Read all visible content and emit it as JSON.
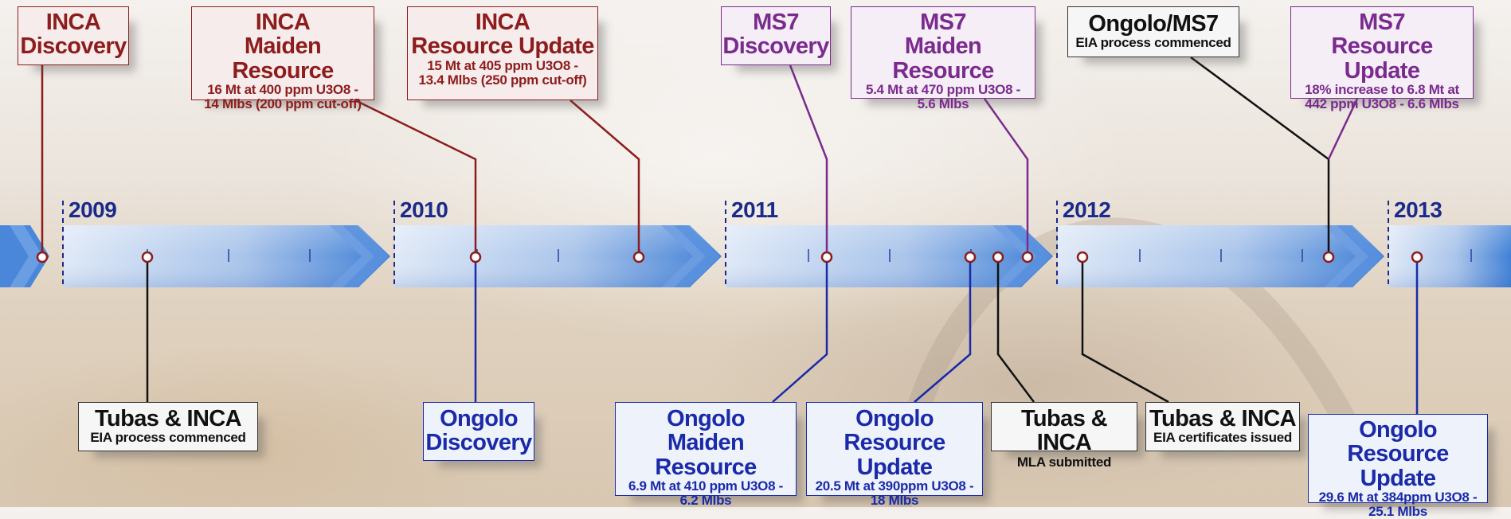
{
  "years": [
    "2009",
    "2010",
    "2011",
    "2012",
    "2013"
  ],
  "events_top": [
    {
      "title_lines": [
        "INCA",
        "Discovery"
      ],
      "detail_lines": [],
      "color": "#8d1d1d"
    },
    {
      "title_lines": [
        "INCA",
        "Maiden Resource"
      ],
      "detail_lines": [
        "16 Mt at 400 ppm U3O8 -",
        "14 Mlbs (200 ppm cut-off)"
      ],
      "color": "#8d1d1d"
    },
    {
      "title_lines": [
        "INCA",
        "Resource Update"
      ],
      "detail_lines": [
        "15 Mt at 405 ppm U3O8 -",
        "13.4 Mlbs (250 ppm cut-off)"
      ],
      "color": "#8d1d1d"
    },
    {
      "title_lines": [
        "MS7",
        "Discovery"
      ],
      "detail_lines": [],
      "color": "#7b2a8d"
    },
    {
      "title_lines": [
        "MS7",
        "Maiden Resource"
      ],
      "detail_lines": [
        "5.4 Mt at 470 ppm U3O8 -",
        "5.6 Mlbs"
      ],
      "color": "#7b2a8d"
    },
    {
      "title_lines": [
        "Ongolo/MS7"
      ],
      "detail_lines": [
        "EIA process commenced"
      ],
      "color": "#111111"
    },
    {
      "title_lines": [
        "MS7",
        "Resource Update"
      ],
      "detail_lines": [
        "18% increase to 6.8 Mt at",
        "442 ppm U3O8 - 6.6 Mlbs"
      ],
      "color": "#7b2a8d"
    }
  ],
  "events_bottom": [
    {
      "title_lines": [
        "Tubas & INCA"
      ],
      "detail_lines": [
        "EIA process commenced"
      ],
      "color": "#111111"
    },
    {
      "title_lines": [
        "Ongolo",
        "Discovery"
      ],
      "detail_lines": [],
      "color": "#1a2aa8"
    },
    {
      "title_lines": [
        "Ongolo",
        "Maiden Resource"
      ],
      "detail_lines": [
        "6.9 Mt at 410 ppm U3O8 -",
        "6.2 Mlbs"
      ],
      "color": "#1a2aa8"
    },
    {
      "title_lines": [
        "Ongolo",
        "Resource Update"
      ],
      "detail_lines": [
        "20.5 Mt at 390ppm U3O8 -",
        "18 Mlbs"
      ],
      "color": "#1a2aa8"
    },
    {
      "title_lines": [
        "Tubas & INCA"
      ],
      "detail_lines": [
        "MLA submitted"
      ],
      "color": "#111111"
    },
    {
      "title_lines": [
        "Tubas & INCA"
      ],
      "detail_lines": [
        "EIA certificates issued"
      ],
      "color": "#111111"
    },
    {
      "title_lines": [
        "Ongolo",
        "Resource Update"
      ],
      "detail_lines": [
        "29.6 Mt at 384ppm U3O8 -",
        "25.1 Mlbs"
      ],
      "color": "#1a2aa8"
    }
  ]
}
